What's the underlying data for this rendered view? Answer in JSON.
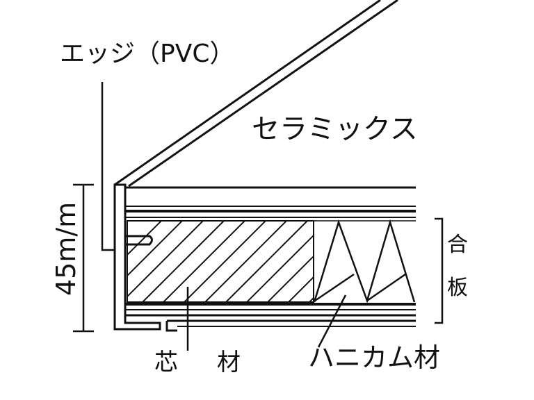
{
  "labels": {
    "edge": "エッジ（PVC）",
    "ceramics": "セラミックス",
    "thickness": "45m/m",
    "plywood_1": "合",
    "plywood_2": "板",
    "core_1": "芯",
    "core_2": "材",
    "honeycomb": "ハニカム材"
  },
  "colors": {
    "ink": "#111111",
    "background": "#ffffff"
  }
}
